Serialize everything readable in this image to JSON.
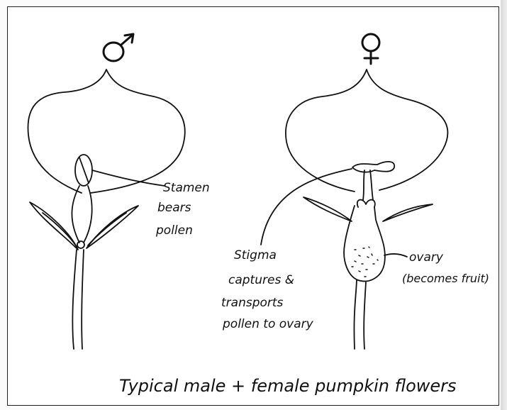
{
  "symbols": {
    "male": "♂",
    "female": "♀"
  },
  "labels": {
    "stamen": [
      "Stamen",
      "bears",
      "pollen"
    ],
    "stigma": [
      "Stigma",
      "captures &",
      "transports",
      "pollen to ovary"
    ],
    "ovary": [
      "ovary",
      "(becomes fruit)"
    ]
  },
  "caption": "Typical male + female pumpkin flowers",
  "colors": {
    "ink": "#111111",
    "paper": "#ffffff"
  }
}
